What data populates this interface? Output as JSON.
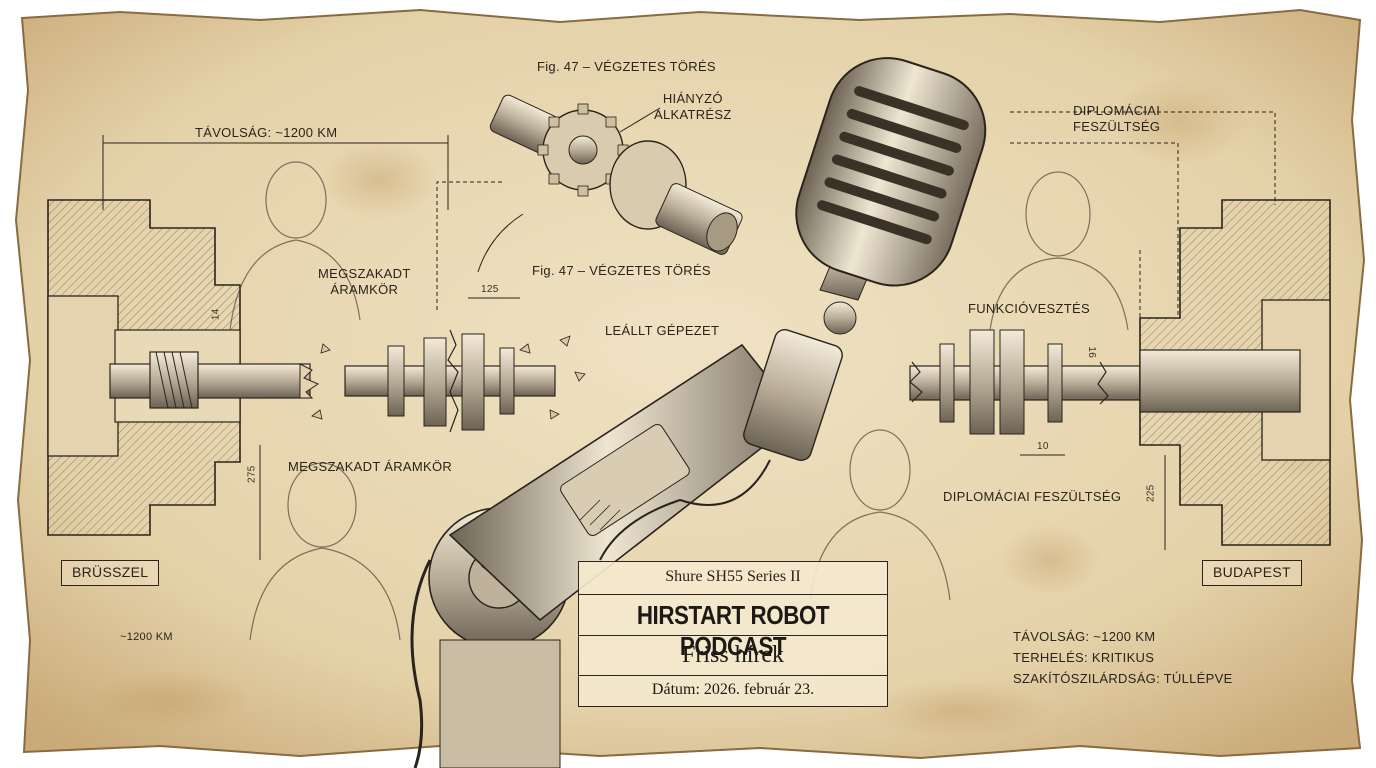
{
  "fig_top": "Fig. 47 – VÉGZETES TÖRÉS",
  "fig_mid": "Fig. 47 – VÉGZETES TÖRÉS",
  "missing_part": [
    "HIÁNYZÓ",
    "ALKATRÉSZ"
  ],
  "distance_top": "TÁVOLSÁG: ~1200 KM",
  "broken_circuit_1": [
    "MEGSZAKADT",
    "ÁRAMKÖR"
  ],
  "stopped_machine": "LEÁLLT GÉPEZET",
  "broken_circuit_2": "MEGSZAKADT ÁRAMKÖR",
  "dip_tension_1": [
    "DIPLOMÁCIAI",
    "FESZÜLTSÉG"
  ],
  "function_loss": "FUNKCIÓVESZTÉS",
  "dip_tension_2": "DIPLOMÁCIAI FESZÜLTSÉG",
  "city_left": "BRÜSSZEL",
  "city_right": "BUDAPEST",
  "dist_small": "~1200 KM",
  "dims": {
    "d125": "125",
    "d275": "275",
    "d10": "10",
    "d225": "225",
    "d14": "14",
    "d16": "16"
  },
  "title_card": {
    "model": "Shure SH55 Series II",
    "title": "HIRSTART ROBOT PODCAST",
    "subtitle": "Friss hírek",
    "date": "Dátum: 2026. február 23."
  },
  "stats": [
    "TÁVOLSÁG: ~1200 KM",
    "TERHELÉS: KRITIKUS",
    "SZAKÍTÓSZILÁRDSÁG: TÚLLÉPVE"
  ],
  "colors": {
    "paper": "#e9d9b6",
    "ink": "#2a241c",
    "stain": "#b98f55"
  }
}
